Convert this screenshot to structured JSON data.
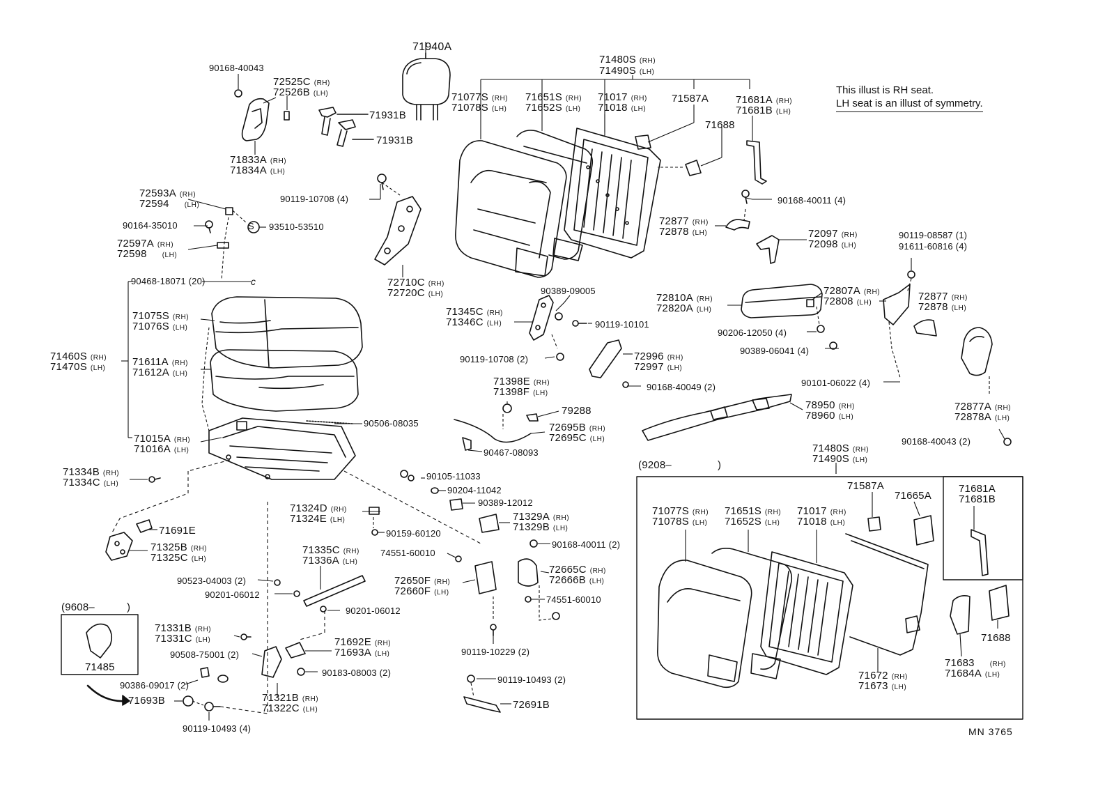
{
  "note": {
    "line1": "This illust is RH seat.",
    "line2": "LH seat is an illust of symmetry."
  },
  "code": "MN 3765",
  "labels": {
    "l71940A": "71940A",
    "l90168_40043": "90168-40043",
    "l72525C": "72525C",
    "l72526B": "72526B",
    "l71931B_a": "71931B",
    "l71931B_b": "71931B",
    "l71833A": "71833A",
    "l71834A": "71834A",
    "l72593A": "72593A",
    "l72594": "72594",
    "l90164_35010": "90164-35010",
    "l93510_53510": "93510-53510",
    "l72597A": "72597A",
    "l72598": "72598",
    "l90468_18071": "90468-18071 (20)",
    "l71075S": "71075S",
    "l71076S": "71076S",
    "l71460S": "71460S",
    "l71470S": "71470S",
    "l71611A": "71611A",
    "l71612A": "71612A",
    "l71015A": "71015A",
    "l71016A": "71016A",
    "l90506_08035": "90506-08035",
    "l71334B": "71334B",
    "l71334C": "71334C",
    "l71691E": "71691E",
    "l71325B": "71325B",
    "l71325C": "71325C",
    "l90523_04003": "90523-04003 (2)",
    "l90201_06012_a": "90201-06012",
    "l90201_06012_b": "90201-06012",
    "l9608": "(9608–",
    "l9608_close": ")",
    "l71485": "71485",
    "l71331B": "71331B",
    "l71331C": "71331C",
    "l90508_75001": "90508-75001 (2)",
    "l90386_09017": "90386-09017 (2)",
    "l71693B": "71693B",
    "l90119_10493_4": "90119-10493 (4)",
    "l71321B": "71321B",
    "l71322C": "71322C",
    "l90183_08003": "90183-08003 (2)",
    "l71692E": "71692E",
    "l71693A": "71693A",
    "l71335C": "71335C",
    "l71336A": "71336A",
    "l71324D": "71324D",
    "l71324E": "71324E",
    "l90159_60120": "90159-60120",
    "l90119_10708_4": "90119-10708 (4)",
    "l72710C": "72710C",
    "l72720C": "72720C",
    "l71480S_top": "71480S",
    "l71490S_top": "71490S",
    "l71077S": "71077S",
    "l71078S": "71078S",
    "l71651S": "71651S",
    "l71652S": "71652S",
    "l71017": "71017",
    "l71018": "71018",
    "l71587A": "71587A",
    "l71681A": "71681A",
    "l71681B": "71681B",
    "l71688": "71688",
    "l90168_40011_4": "90168-40011 (4)",
    "l72877": "72877",
    "l72878": "72878",
    "l72097": "72097",
    "l72098": "72098",
    "l90119_08587": "90119-08587 (1)",
    "l91611_60816": "91611-60816 (4)",
    "l90389_09005": "90389-09005",
    "l71345C": "71345C",
    "l71346C": "71346C",
    "l90119_10101": "90119-10101",
    "l90119_10708_2": "90119-10708 (2)",
    "l72810A": "72810A",
    "l72820A": "72820A",
    "l72807A": "72807A",
    "l72808": "72808",
    "l72877_b": "72877",
    "l72878_b": "72878",
    "l90206_12050": "90206-12050 (4)",
    "l90389_06041": "90389-06041 (4)",
    "l72996": "72996",
    "l72997": "72997",
    "l90168_40049": "90168-40049 (2)",
    "l90101_06022": "90101-06022 (4)",
    "l72877A": "72877A",
    "l72878A": "72878A",
    "l71398E": "71398E",
    "l71398F": "71398F",
    "l79288": "79288",
    "l72695B": "72695B",
    "l72695C": "72695C",
    "l90467_08093": "90467-08093",
    "l78950": "78950",
    "l78960": "78960",
    "l90168_40043_2": "90168-40043 (2)",
    "l90105_11033": "90105-11033",
    "l90204_11042": "90204-11042",
    "l90389_12012": "90389-12012",
    "l71329A": "71329A",
    "l71329B": "71329B",
    "l90168_40011_2": "90168-40011 (2)",
    "l74551_60010_a": "74551-60010",
    "l74551_60010_b": "74551-60010",
    "l72650F": "72650F",
    "l72660F": "72660F",
    "l72665C": "72665C",
    "l72666B": "72666B",
    "l90119_10229": "90119-10229 (2)",
    "l90119_10493_2": "90119-10493 (2)",
    "l72691B": "72691B",
    "l9208": "(9208–",
    "l9208_close": ")",
    "l71480S_b": "71480S",
    "l71490S_b": "71490S",
    "l71587A_b": "71587A",
    "l71665A": "71665A",
    "l71681A_b": "71681A",
    "l71681B_b": "71681B",
    "l71077S_b": "71077S",
    "l71078S_b": "71078S",
    "l71651S_b": "71651S",
    "l71652S_b": "71652S",
    "l71017_b": "71017",
    "l71018_b": "71018",
    "l71672": "71672",
    "l71673": "71673",
    "l71683": "71683",
    "l71684A": "71684A",
    "l71688_b": "71688"
  },
  "side": {
    "rh": "(RH)",
    "lh": "(LH)"
  }
}
